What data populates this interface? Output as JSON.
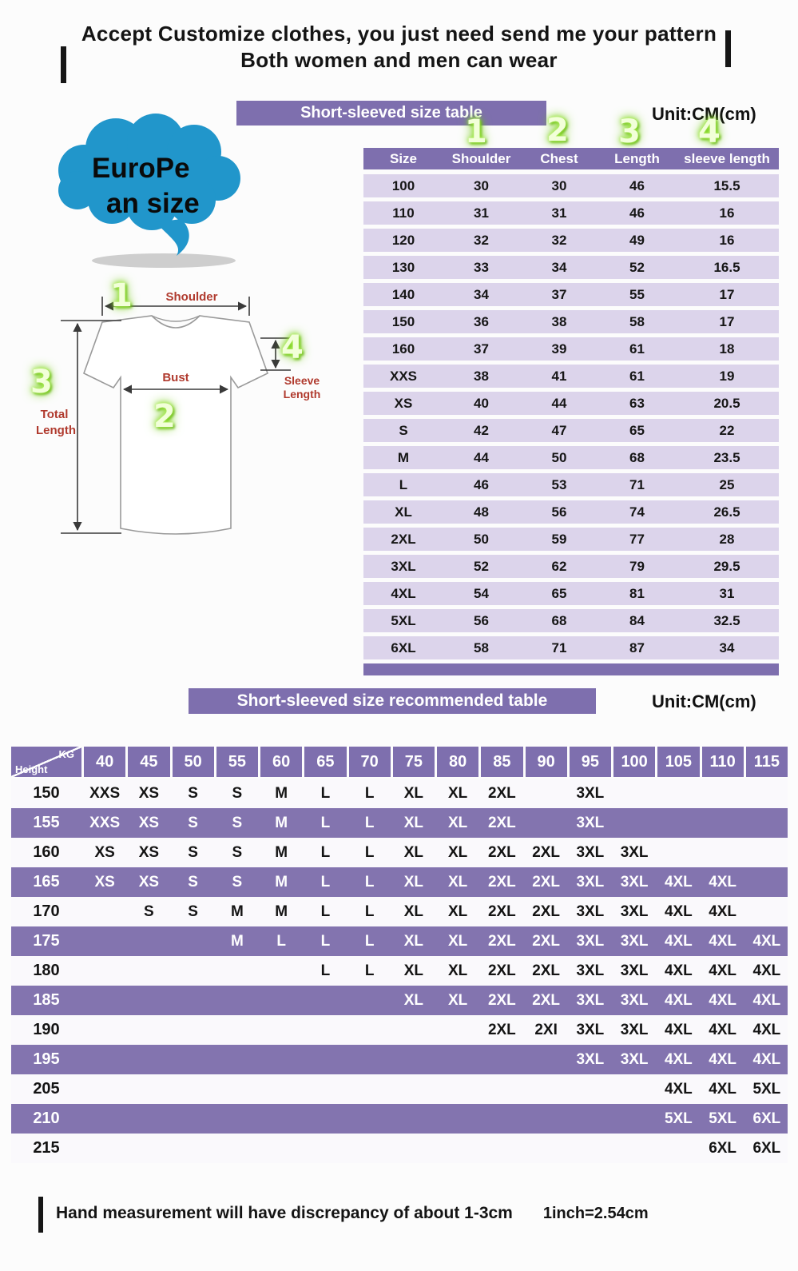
{
  "colors": {
    "purple": "#7e6fae",
    "purple-row": "#8374af",
    "lavender": "#dcd4eb",
    "label-red": "#b03a2e",
    "cloud-blue": "#2196cb"
  },
  "header": {
    "line1": "Accept Customize clothes, you just need send me your pattern",
    "line2": "Both women and men can wear"
  },
  "cloud": {
    "line1": "EuroPe",
    "line2": "an size"
  },
  "diagram": {
    "marker1": "1",
    "marker2": "2",
    "marker3": "3",
    "marker4": "4",
    "shoulder": "Shoulder",
    "bust": "Bust",
    "total1": "Total",
    "total2": "Length",
    "sleeve1": "Sleeve",
    "sleeve2": "Length"
  },
  "size_table": {
    "banner": "Short-sleeved size  table",
    "unit": "Unit:CM(cm)",
    "column_markers": [
      "1",
      "2",
      "3",
      "4"
    ],
    "columns": [
      "Size",
      "Shoulder",
      "Chest",
      "Length",
      "sleeve length"
    ],
    "rows": [
      [
        "100",
        "30",
        "30",
        "46",
        "15.5"
      ],
      [
        "110",
        "31",
        "31",
        "46",
        "16"
      ],
      [
        "120",
        "32",
        "32",
        "49",
        "16"
      ],
      [
        "130",
        "33",
        "34",
        "52",
        "16.5"
      ],
      [
        "140",
        "34",
        "37",
        "55",
        "17"
      ],
      [
        "150",
        "36",
        "38",
        "58",
        "17"
      ],
      [
        "160",
        "37",
        "39",
        "61",
        "18"
      ],
      [
        "XXS",
        "38",
        "41",
        "61",
        "19"
      ],
      [
        "XS",
        "40",
        "44",
        "63",
        "20.5"
      ],
      [
        "S",
        "42",
        "47",
        "65",
        "22"
      ],
      [
        "M",
        "44",
        "50",
        "68",
        "23.5"
      ],
      [
        "L",
        "46",
        "53",
        "71",
        "25"
      ],
      [
        "XL",
        "48",
        "56",
        "74",
        "26.5"
      ],
      [
        "2XL",
        "50",
        "59",
        "77",
        "28"
      ],
      [
        "3XL",
        "52",
        "62",
        "79",
        "29.5"
      ],
      [
        "4XL",
        "54",
        "65",
        "81",
        "31"
      ],
      [
        "5XL",
        "56",
        "68",
        "84",
        "32.5"
      ],
      [
        "6XL",
        "58",
        "71",
        "87",
        "34"
      ]
    ]
  },
  "recommend_table": {
    "banner": "Short-sleeved size recommended table",
    "unit": "Unit:CM(cm)",
    "corner": {
      "top": "KG",
      "bottom": "Height"
    },
    "weights": [
      "40",
      "45",
      "50",
      "55",
      "60",
      "65",
      "70",
      "75",
      "80",
      "85",
      "90",
      "95",
      "100",
      "105",
      "110",
      "115"
    ],
    "rows": [
      {
        "height": "150",
        "cells": [
          "XXS",
          "XS",
          "S",
          "S",
          "M",
          "L",
          "L",
          "XL",
          "XL",
          "2XL",
          "",
          "3XL",
          "",
          "",
          "",
          ""
        ]
      },
      {
        "height": "155",
        "cells": [
          "XXS",
          "XS",
          "S",
          "S",
          "M",
          "L",
          "L",
          "XL",
          "XL",
          "2XL",
          "",
          "3XL",
          "",
          "",
          "",
          ""
        ]
      },
      {
        "height": "160",
        "cells": [
          "XS",
          "XS",
          "S",
          "S",
          "M",
          "L",
          "L",
          "XL",
          "XL",
          "2XL",
          "2XL",
          "3XL",
          "3XL",
          "",
          "",
          ""
        ]
      },
      {
        "height": "165",
        "cells": [
          "XS",
          "XS",
          "S",
          "S",
          "M",
          "L",
          "L",
          "XL",
          "XL",
          "2XL",
          "2XL",
          "3XL",
          "3XL",
          "4XL",
          "4XL",
          ""
        ]
      },
      {
        "height": "170",
        "cells": [
          "",
          "S",
          "S",
          "M",
          "M",
          "L",
          "L",
          "XL",
          "XL",
          "2XL",
          "2XL",
          "3XL",
          "3XL",
          "4XL",
          "4XL",
          ""
        ]
      },
      {
        "height": "175",
        "cells": [
          "",
          "",
          "",
          "M",
          "L",
          "L",
          "L",
          "XL",
          "XL",
          "2XL",
          "2XL",
          "3XL",
          "3XL",
          "4XL",
          "4XL",
          "4XL"
        ]
      },
      {
        "height": "180",
        "cells": [
          "",
          "",
          "",
          "",
          "",
          "L",
          "L",
          "XL",
          "XL",
          "2XL",
          "2XL",
          "3XL",
          "3XL",
          "4XL",
          "4XL",
          "4XL"
        ]
      },
      {
        "height": "185",
        "cells": [
          "",
          "",
          "",
          "",
          "",
          "",
          "",
          "XL",
          "XL",
          "2XL",
          "2XL",
          "3XL",
          "3XL",
          "4XL",
          "4XL",
          "4XL"
        ]
      },
      {
        "height": "190",
        "cells": [
          "",
          "",
          "",
          "",
          "",
          "",
          "",
          "",
          "",
          "2XL",
          "2XI",
          "3XL",
          "3XL",
          "4XL",
          "4XL",
          "4XL"
        ]
      },
      {
        "height": "195",
        "cells": [
          "",
          "",
          "",
          "",
          "",
          "",
          "",
          "",
          "",
          "",
          "",
          "3XL",
          "3XL",
          "4XL",
          "4XL",
          "4XL"
        ]
      },
      {
        "height": "205",
        "cells": [
          "",
          "",
          "",
          "",
          "",
          "",
          "",
          "",
          "",
          "",
          "",
          "",
          "",
          "4XL",
          "4XL",
          "5XL"
        ]
      },
      {
        "height": "210",
        "cells": [
          "",
          "",
          "",
          "",
          "",
          "",
          "",
          "",
          "",
          "",
          "",
          "",
          "",
          "5XL",
          "5XL",
          "6XL"
        ]
      },
      {
        "height": "215",
        "cells": [
          "",
          "",
          "",
          "",
          "",
          "",
          "",
          "",
          "",
          "",
          "",
          "",
          "",
          "",
          "6XL",
          "6XL"
        ]
      }
    ]
  },
  "footer": {
    "note": "Hand measurement will have discrepancy of about  1-3cm",
    "conversion": "1inch=2.54cm"
  }
}
